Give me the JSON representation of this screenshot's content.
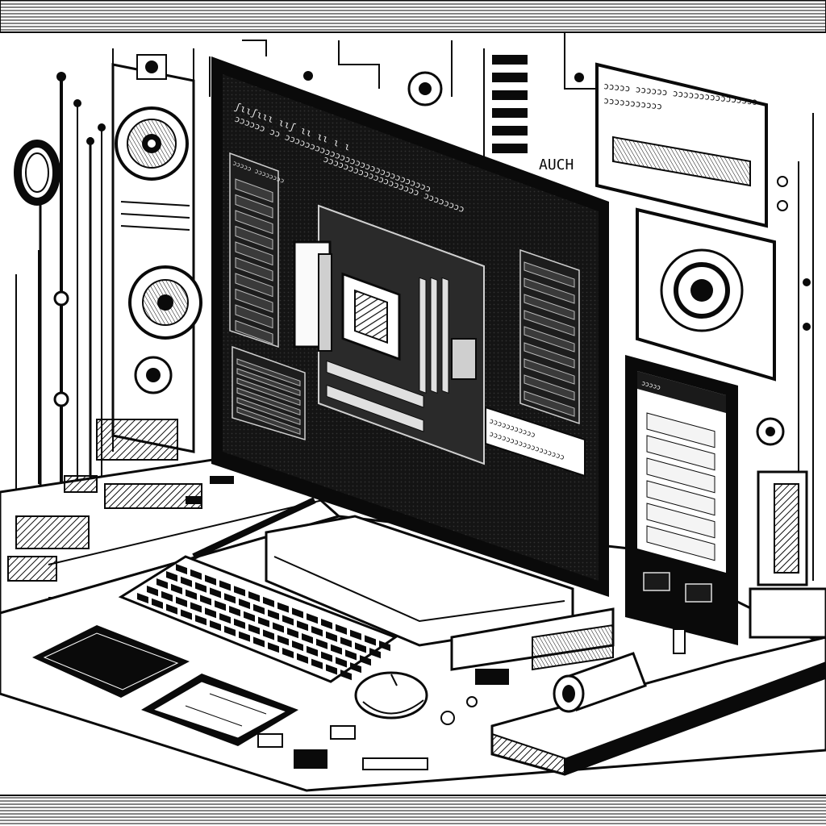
{
  "colors": {
    "ink": "#0a0a0a",
    "paper": "#ffffff",
    "mid": "#8a8a8a",
    "light": "#d8d8d8",
    "screen": "#121212"
  },
  "icons": {
    "monitor": "monitor-icon",
    "motherboard": "motherboard-icon",
    "keyboard": "keyboard-icon",
    "mouse": "mouse-icon",
    "fan": "fan-icon",
    "ring": "ring-icon",
    "phone": "phone-icon",
    "lens": "camera-lens-icon"
  },
  "signage": {
    "poster_text": "AUCH"
  },
  "monitor": {
    "header_line_1": "ʃɩɩʃɩɩɩ  ɩɩʃ  ɩɩ  ɩɩ ɩ ɩ",
    "header_line_2": "ɔɔɔɔɔɔ  ɔɔ  ɔɔɔɔɔɔɔɔɔɔɔɔɔɔɔɔɔɔɔɔɔɔɔɔɔɔɔɔɔ",
    "header_line_3": "ɔɔɔɔɔɔɔɔɔɔɔɔɔɔɔɔɔɔɔ  ɔɔɔɔɔɔɔɔ",
    "sidebar_title": "ɔɔɔɔɔ  ɔɔɔɔɔɔɔɔ",
    "sidebar_item_count": 10,
    "bottom_panel_item_count": 6,
    "right_panel_item_count": 9,
    "popup_line_1": "ɔɔɔɔɔɔɔɔɔɔɔ",
    "popup_line_2": "ɔɔɔɔɔɔɔɔɔɔɔɔɔɔɔɔɔɔ"
  },
  "top_right_panel": {
    "line_1": "ɔɔɔɔɔ  ɔɔɔɔɔɔ  ɔɔɔɔɔɔɔɔɔɔɔɔɔɔɔɔ",
    "line_2": "ɔɔɔɔɔɔɔɔɔɔɔ"
  },
  "phone": {
    "header": "ɔɔɔɔɔ",
    "list_item_count": 6
  }
}
